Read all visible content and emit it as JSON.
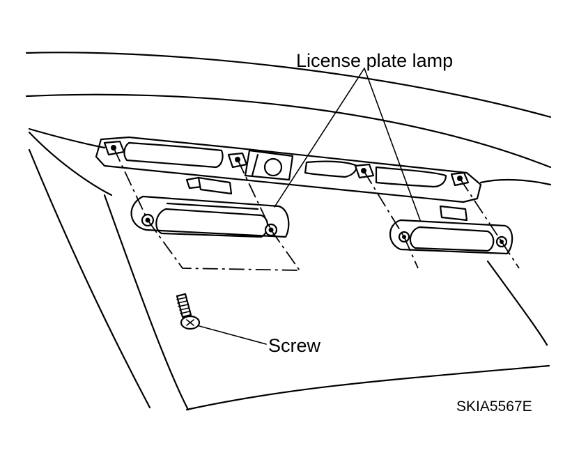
{
  "labels": {
    "license_plate_lamp": "License plate lamp",
    "screw": "Screw"
  },
  "figure_code": "SKIA5567E"
}
